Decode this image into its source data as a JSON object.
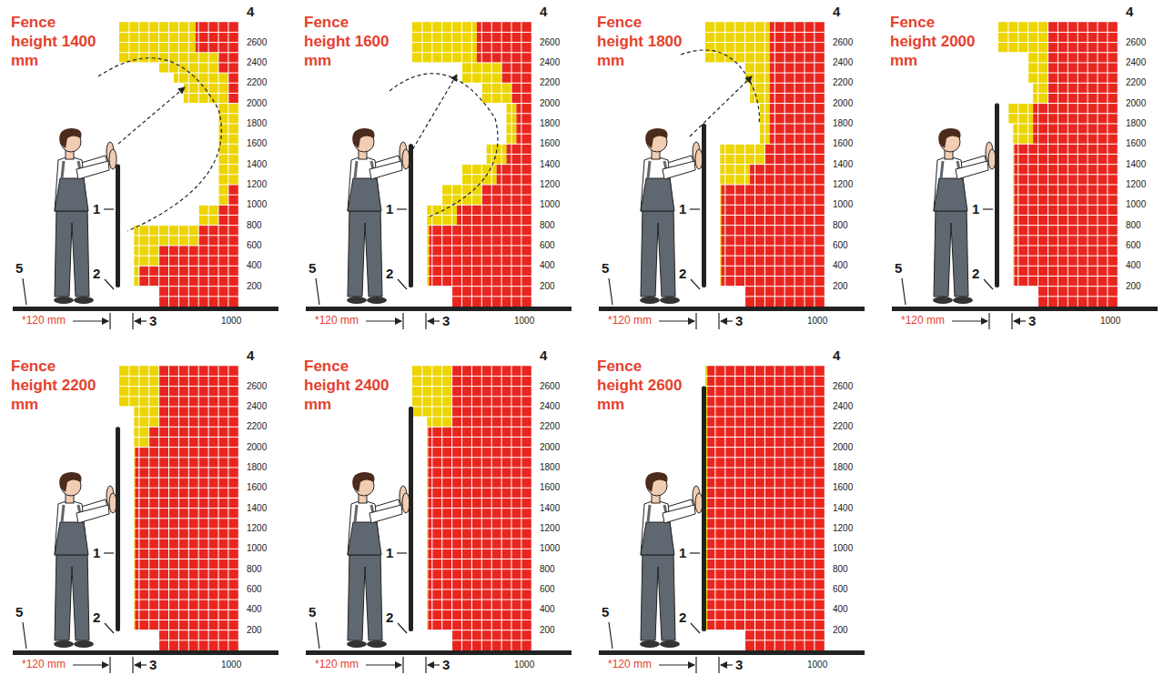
{
  "diagram": {
    "labels": [
      "Fence height 1400 mm",
      "4",
      "2600",
      "2400",
      "2200",
      "2000",
      "1800",
      "1600",
      "1400",
      "1200",
      "1000",
      "800",
      "600",
      "400",
      "200",
      "1",
      "2",
      "5",
      "*120 mm",
      "3",
      "1000",
      "Fence height 1600 mm",
      "4",
      "2600",
      "2400",
      "2200",
      "2000",
      "1800",
      "1600",
      "1400",
      "1200",
      "1000",
      "800",
      "600",
      "400",
      "200",
      "1",
      "2",
      "5",
      "*120 mm",
      "3",
      "1000",
      "Fence height 1800 mm",
      "4",
      "2600",
      "2400",
      "2200",
      "2000",
      "1800",
      "1600",
      "1400",
      "1200",
      "1000",
      "800",
      "600",
      "400",
      "200",
      "1",
      "2",
      "5",
      "*120 mm",
      "3",
      "1000",
      "Fence height 2000 mm",
      "4",
      "2600",
      "2400",
      "2200",
      "2000",
      "1800",
      "1600",
      "1400",
      "1200",
      "1000",
      "800",
      "600",
      "400",
      "200",
      "1",
      "2",
      "5",
      "*120 mm",
      "3",
      "1000",
      "Fence height 2200 mm",
      "4",
      "2600",
      "2400",
      "2200",
      "2000",
      "1800",
      "1600",
      "1400",
      "1200",
      "1000",
      "800",
      "600",
      "400",
      "200",
      "1",
      "2",
      "5",
      "*120 mm",
      "3",
      "1000",
      "Fence height 2400 mm",
      "4",
      "2600",
      "2400",
      "2200",
      "2000",
      "1800",
      "1600",
      "1400",
      "1200",
      "1000",
      "800",
      "600",
      "400",
      "200",
      "1",
      "2",
      "5",
      "*120 mm",
      "3",
      "1000",
      "Fence height 2600 mm",
      "4",
      "2600",
      "2400",
      "2200",
      "2000",
      "1800",
      "1600",
      "1400",
      "1200",
      "1000",
      "800",
      "600",
      "400",
      "200",
      "1",
      "2",
      "5",
      "*120 mm",
      "3",
      "1000"
    ]
  }
}
